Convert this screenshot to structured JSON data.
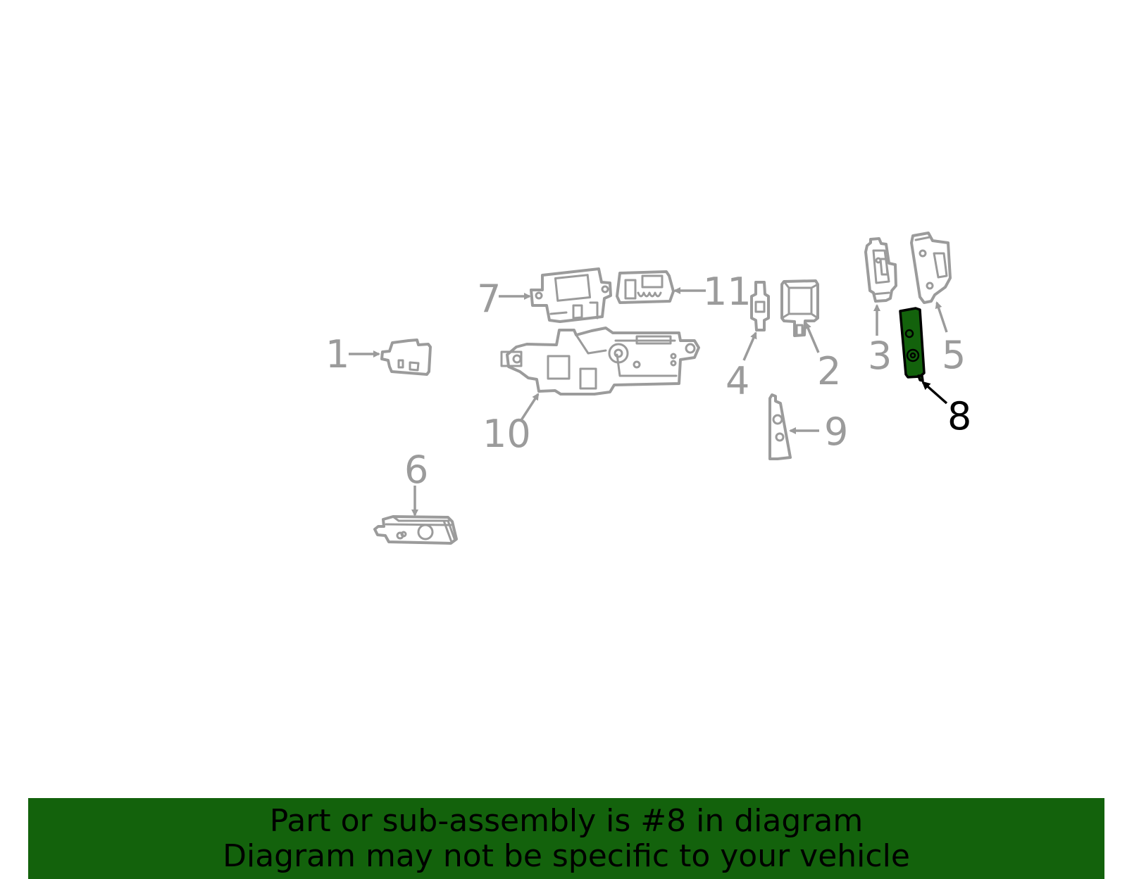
{
  "callouts": {
    "c1": "1",
    "c2": "2",
    "c3": "3",
    "c4": "4",
    "c5": "5",
    "c6": "6",
    "c7": "7",
    "c8": "8",
    "c9": "9",
    "c10": "10",
    "c11": "11"
  },
  "highlighted_part": "8",
  "colors": {
    "highlight": "#13620c",
    "part_outline": "#9b9b9b",
    "highlight_outline": "#000000"
  },
  "banner": {
    "line1": "Part or sub-assembly is #8 in diagram",
    "line2": "Diagram may not be specific to your vehicle"
  }
}
